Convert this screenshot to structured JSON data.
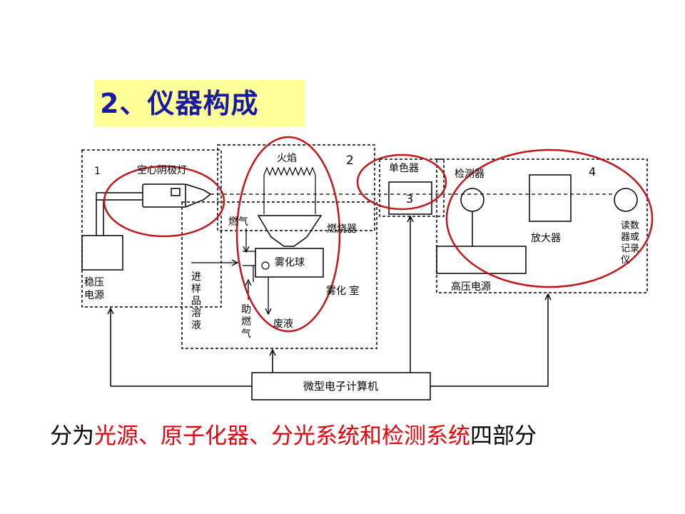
{
  "title": "2、仪器构成",
  "diagram": {
    "source_number": "1",
    "hollow_cathode_lamp": "空心阴极灯",
    "stabilized_power": [
      "稳压",
      "电源"
    ],
    "flame": "火焰",
    "atomizer_number": "2",
    "fuel_gas": "燃气",
    "burner": "燃烧器",
    "nebulizer": "雾化球",
    "nebulizer_chamber": "雾化 室",
    "sample_in": "进样品溶液",
    "support_gas": "助燃气",
    "waste": "废液",
    "monochromator": "单色器",
    "monochromator_number": "3",
    "detector": "检测器",
    "detection_number": "4",
    "amplifier": "放大器",
    "readout": [
      "读数",
      "器或",
      "记录",
      "仪"
    ],
    "high_voltage": "高压电源",
    "computer": "微型电子计算机"
  },
  "caption": {
    "prefix": "分为",
    "parts": [
      "光源",
      "、",
      "原子化器",
      "、",
      "分光系统",
      "和",
      "检测系统"
    ],
    "suffix": "四部分"
  },
  "colors": {
    "highlight": "#e8000b",
    "ellipse": "#c0161c",
    "title": "#1a1aa0",
    "title_bg": "#ffff99"
  }
}
